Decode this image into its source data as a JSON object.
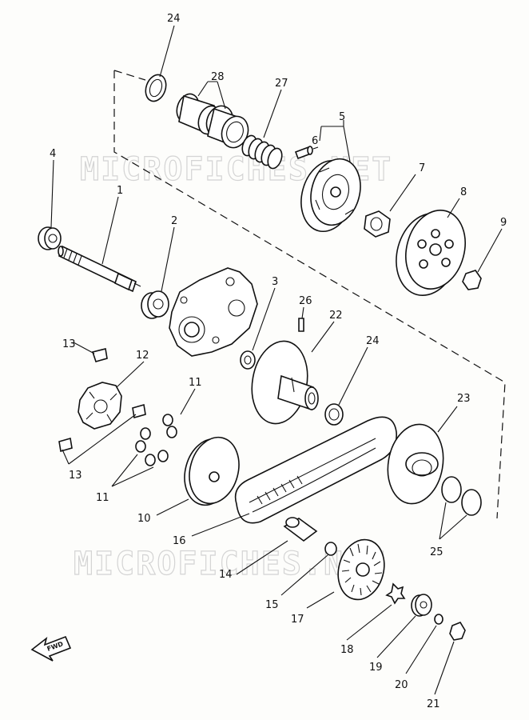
{
  "watermark": "MICROFICHES.NET",
  "fwd_label": "FWD",
  "callouts": {
    "c1": "1",
    "c2": "2",
    "c3": "3",
    "c4": "4",
    "c5": "5",
    "c6": "6",
    "c7": "7",
    "c8": "8",
    "c9": "9",
    "c10": "10",
    "c11a": "11",
    "c11b": "11",
    "c12": "12",
    "c13a": "13",
    "c13b": "13",
    "c14": "14",
    "c15": "15",
    "c16": "16",
    "c17": "17",
    "c18": "18",
    "c19": "19",
    "c20": "20",
    "c21": "21",
    "c22": "22",
    "c23": "23",
    "c24a": "24",
    "c24b": "24",
    "c25": "25",
    "c26": "26",
    "c27": "27",
    "c28": "28"
  }
}
